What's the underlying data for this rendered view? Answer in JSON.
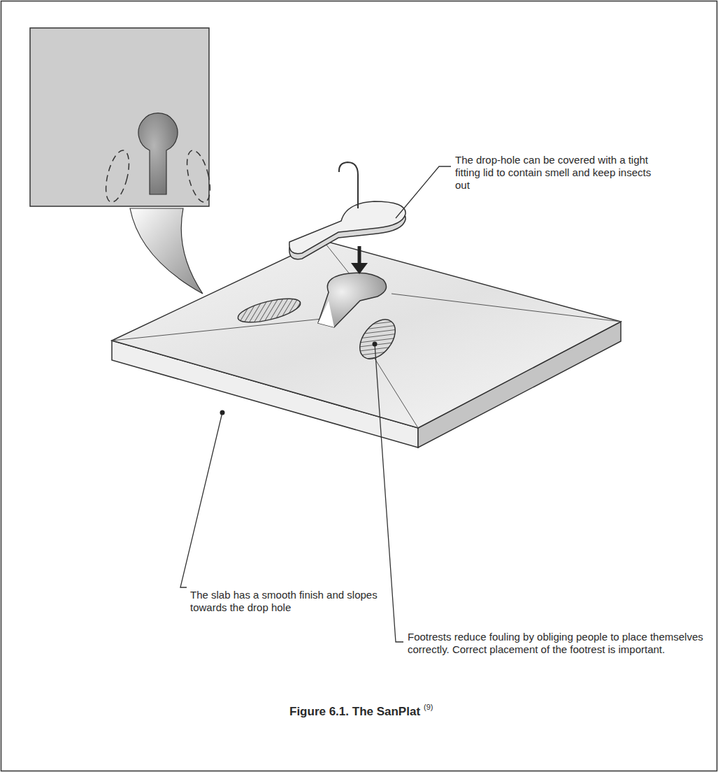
{
  "diagram": {
    "caption": "Figure 6.1. The SanPlat",
    "labels": [
      "The drop-hole can be covered with a tight fitting lid to contain smell and keep insects out",
      "The slab has a smooth finish and slopes towards the drop hole",
      "Footrests reduce fouling by obliging people to place themselves correctly. Correct placement of the footrest is important.",
      "(9)"
    ]
  }
}
